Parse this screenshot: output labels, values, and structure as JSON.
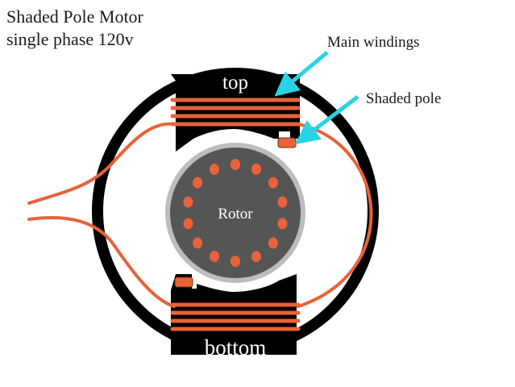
{
  "title": {
    "line1": "Shaded Pole Motor",
    "line2": "single phase 120v"
  },
  "labels": {
    "top_pole": "top",
    "bottom_pole": "bottom",
    "rotor": "Rotor",
    "main_windings": "Main windings",
    "shaded_pole": "Shaded pole"
  },
  "colors": {
    "frame": "#000000",
    "copper": "#e8623a",
    "rotor_fill": "#555555",
    "rotor_rim": "#bdbdbd",
    "arrow": "#29d3e6",
    "text": "#1a1a1a"
  },
  "icons": {
    "arrows": "cyan-callout-arrow"
  }
}
